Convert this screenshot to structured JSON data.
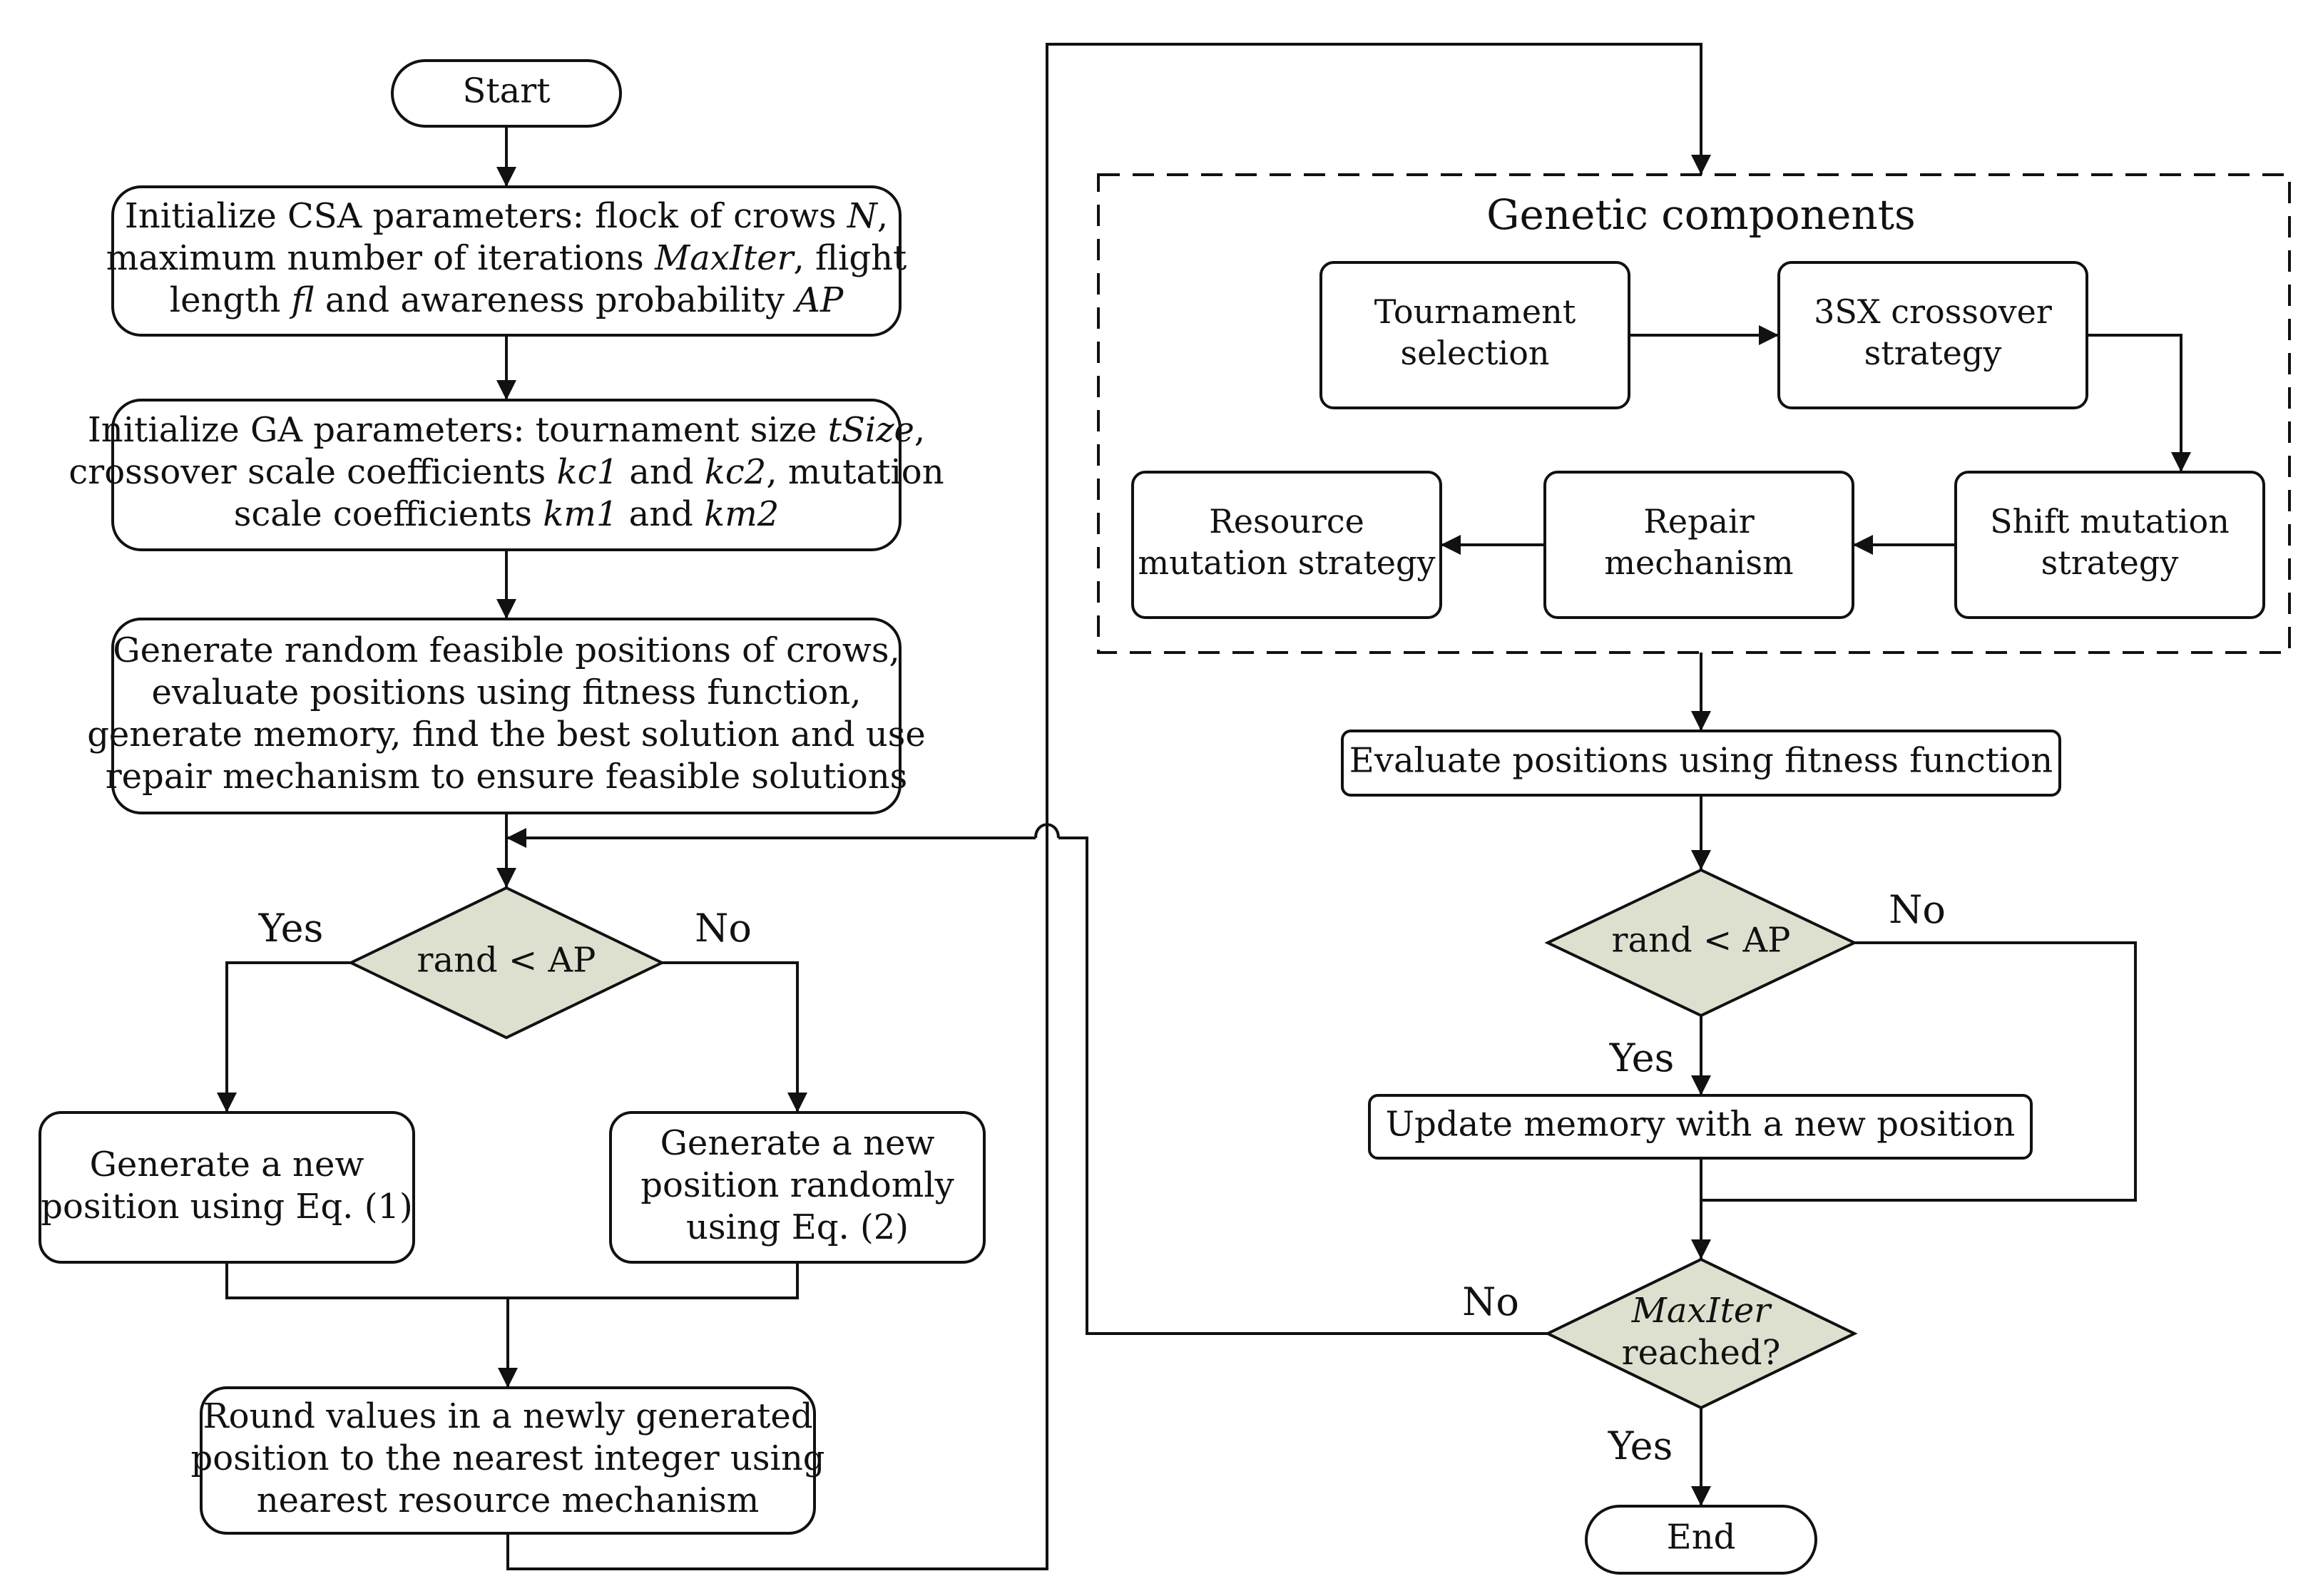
{
  "colors": {
    "stroke": "#111111",
    "box_fill": "#ffffff",
    "decision_fill": "#dde0cf"
  },
  "nodes": {
    "start": {
      "text": "Start"
    },
    "init_csa": {
      "lines": [
        [
          {
            "t": "Initialize CSA parameters: flock of crows "
          },
          {
            "t": "N",
            "i": true
          },
          {
            "t": ","
          }
        ],
        [
          {
            "t": "maximum number of iterations "
          },
          {
            "t": "MaxIter",
            "i": true
          },
          {
            "t": ", flight"
          }
        ],
        [
          {
            "t": "length "
          },
          {
            "t": "fl",
            "i": true
          },
          {
            "t": " and awareness probability "
          },
          {
            "t": "AP",
            "i": true
          }
        ]
      ]
    },
    "init_ga": {
      "lines": [
        [
          {
            "t": "Initialize GA parameters: tournament size "
          },
          {
            "t": "tSize",
            "i": true
          },
          {
            "t": ","
          }
        ],
        [
          {
            "t": "crossover scale coefficients "
          },
          {
            "t": "kc1",
            "i": true
          },
          {
            "t": " and "
          },
          {
            "t": "kc2",
            "i": true
          },
          {
            "t": ", mutation"
          }
        ],
        [
          {
            "t": "scale coefficients "
          },
          {
            "t": "km1",
            "i": true
          },
          {
            "t": " and "
          },
          {
            "t": "km2",
            "i": true
          }
        ]
      ]
    },
    "generate": {
      "lines": [
        "Generate random feasible positions of crows,",
        "evaluate positions using fitness function,",
        "generate memory, find the best solution and use",
        "repair mechanism to ensure feasible solutions"
      ]
    },
    "decision_ap_left": {
      "text": "rand < AP"
    },
    "yes_left": "Yes",
    "no_left": "No",
    "new_pos_eq1": {
      "lines": [
        "Generate a new",
        "position using Eq. (1)"
      ]
    },
    "new_pos_eq2": {
      "lines": [
        "Generate a new",
        "position randomly",
        "using Eq. (2)"
      ]
    },
    "round": {
      "lines": [
        "Round values in a newly generated",
        "position to the nearest integer using",
        "nearest resource mechanism"
      ]
    },
    "genetic": {
      "title": "Genetic components",
      "tournament": {
        "lines": [
          "Tournament",
          "selection"
        ]
      },
      "crossover": {
        "lines": [
          "3SX crossover",
          "strategy"
        ]
      },
      "shift": {
        "lines": [
          "Shift mutation",
          "strategy"
        ]
      },
      "repair": {
        "lines": [
          "Repair",
          "mechanism"
        ]
      },
      "resource": {
        "lines": [
          "Resource",
          "mutation strategy"
        ]
      }
    },
    "evaluate": {
      "text": "Evaluate positions using fitness function"
    },
    "decision_ap_right": {
      "text": "rand < AP"
    },
    "no_right": "No",
    "yes_right": "Yes",
    "update_memory": {
      "text": "Update memory with a new position"
    },
    "decision_maxiter": {
      "lines": [
        [
          {
            "t": "MaxIter",
            "i": true
          }
        ],
        [
          {
            "t": "reached?"
          }
        ]
      ]
    },
    "no_maxiter": "No",
    "yes_maxiter": "Yes",
    "end": {
      "text": "End"
    }
  }
}
